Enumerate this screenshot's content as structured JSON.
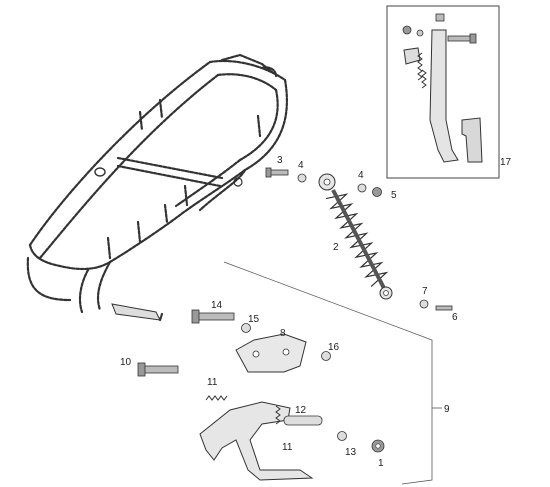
{
  "labels": {
    "l1": "1",
    "l2": "2",
    "l3": "3",
    "l4a": "4",
    "l4b": "4",
    "l5": "5",
    "l6": "6",
    "l7": "7",
    "l8": "8",
    "l9": "9",
    "l10": "10",
    "l11a": "11",
    "l11b": "11",
    "l12": "12",
    "l13": "13",
    "l14": "14",
    "l15": "15",
    "l16": "16",
    "l17": "17"
  }
}
